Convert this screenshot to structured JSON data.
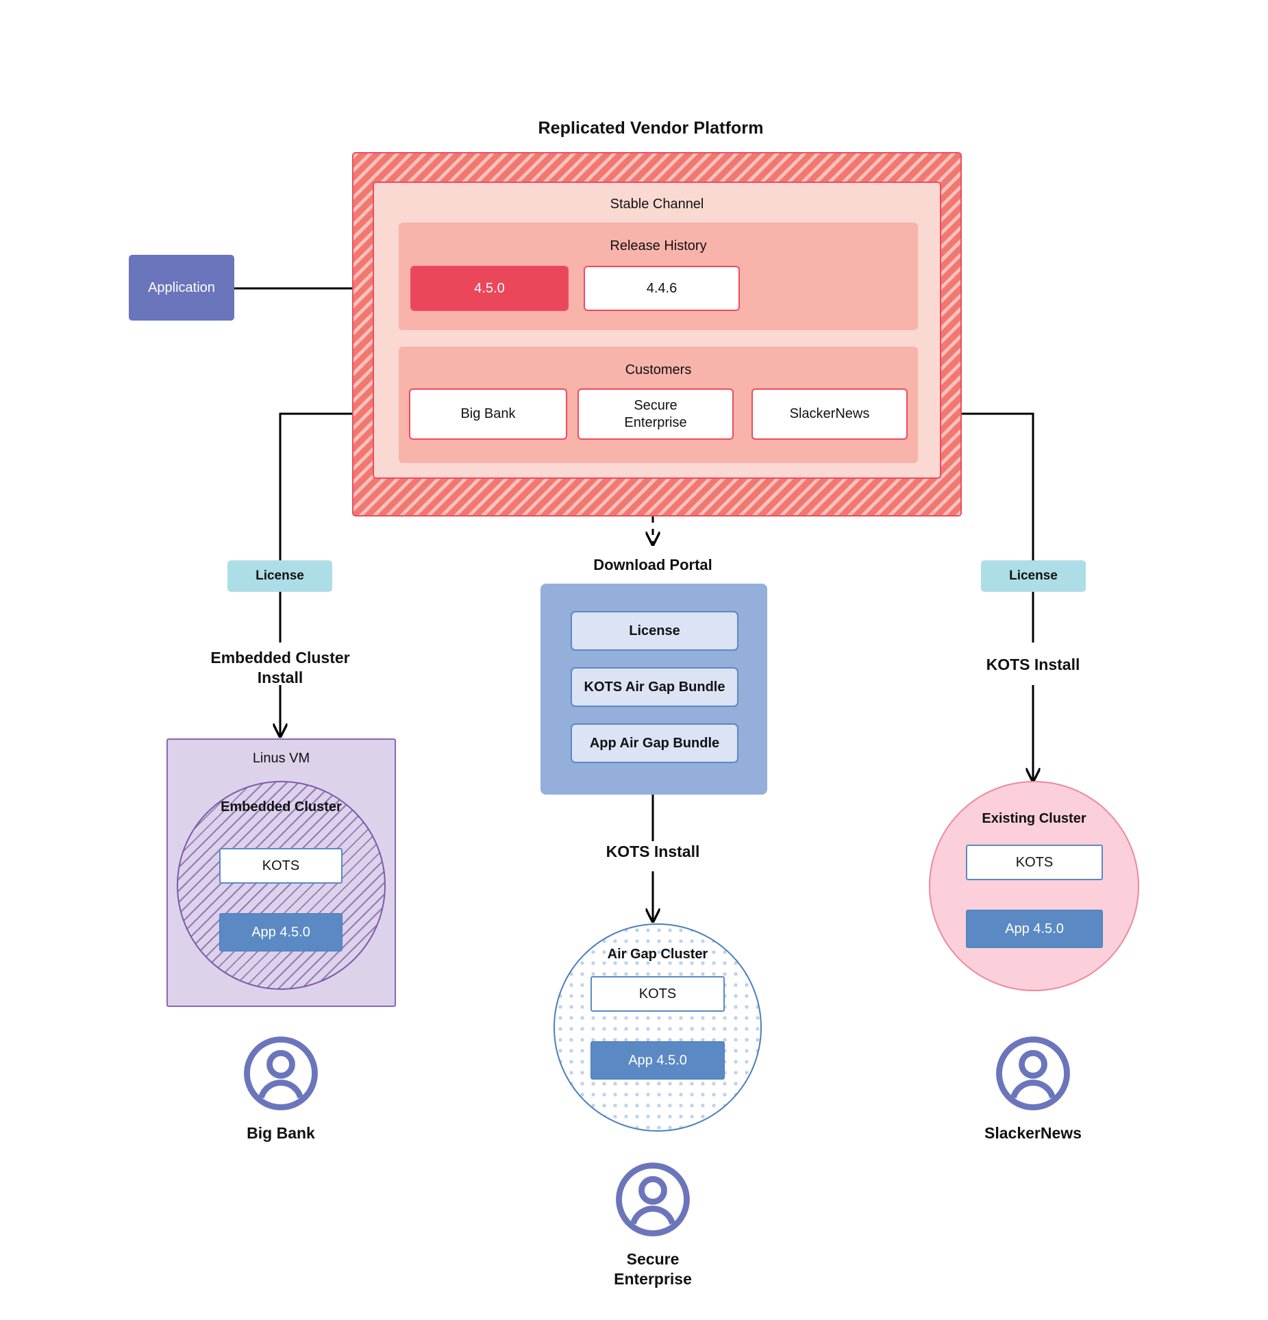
{
  "diagram": {
    "title": "Replicated Vendor Platform",
    "source_node": {
      "label": "Application"
    },
    "platform": {
      "channel_title": "Stable Channel",
      "release_history": {
        "title": "Release History",
        "releases": [
          {
            "version": "4.5.0",
            "state": "current"
          },
          {
            "version": "4.4.6",
            "state": "previous"
          }
        ]
      },
      "customers": {
        "title": "Customers",
        "items": [
          {
            "name": "Big Bank"
          },
          {
            "name": "Secure\nEnterprise"
          },
          {
            "name": "SlackerNews"
          }
        ]
      }
    },
    "download_portal": {
      "title": "Download  Portal",
      "artifacts": [
        {
          "label": "License"
        },
        {
          "label": "KOTS Air Gap Bundle"
        },
        {
          "label": "App Air Gap Bundle"
        }
      ]
    },
    "paths": {
      "left": {
        "license_label": "License",
        "install_label": "Embedded Cluster\nInstall",
        "host_label": "Linus VM",
        "cluster_label": "Embedded Cluster",
        "kots_label": "KOTS",
        "app_label": "App 4.5.0",
        "persona_name": "Big Bank",
        "persona_icon": "user-avatar-icon"
      },
      "middle": {
        "install_label": "KOTS Install",
        "cluster_label": "Air Gap Cluster",
        "kots_label": "KOTS",
        "app_label": "App 4.5.0",
        "persona_name": "Secure\nEnterprise",
        "persona_icon": "user-avatar-icon"
      },
      "right": {
        "license_label": "License",
        "install_label": "KOTS Install",
        "cluster_label": "Existing Cluster",
        "kots_label": "KOTS",
        "app_label": "App 4.5.0",
        "persona_name": "SlackerNews",
        "persona_icon": "user-avatar-icon"
      }
    },
    "colors": {
      "platform_fill": "#F2786F",
      "platform_border": "#EE4B5F",
      "channel_fill": "#FBD9D3",
      "panel_fill": "#F8B3AA",
      "release_current": "#EA475B",
      "application_fill": "#6B75BB",
      "license_fill": "#ADDDE6",
      "portal_fill": "#93AFDA",
      "portal_item_fill": "#DCE3F5",
      "vm_fill": "#DCD2EA",
      "vm_border": "#8B65B5",
      "airgap_border": "#4A7DBF",
      "existing_fill": "#FBD0DA",
      "existing_border": "#F0879F",
      "app_box_fill": "#5B89C4",
      "persona_stroke": "#6B75BB"
    }
  }
}
